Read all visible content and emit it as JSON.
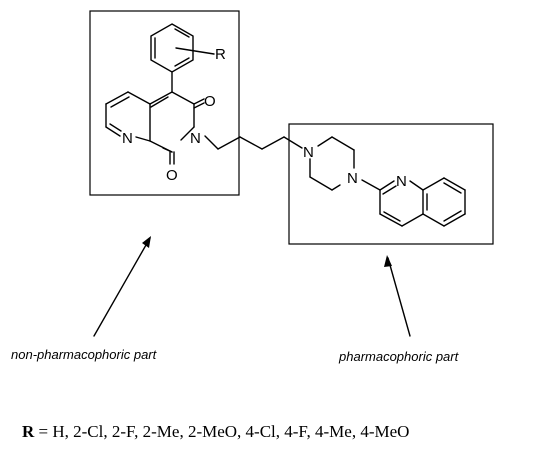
{
  "atoms": {
    "r_group": "R",
    "oxygen_top": "O",
    "oxygen_bottom": "O",
    "nitrogen_bridge": "N",
    "nitrogen_imide": "N",
    "nitrogen_pip_top": "N",
    "nitrogen_pip_bottom": "N",
    "nitrogen_quinoline": "N"
  },
  "labels": {
    "non_pharmacophoric": "non-pharmacophoric part",
    "pharmacophoric": "pharmacophoric part"
  },
  "footnote": {
    "symbol": "R",
    "text": " = H, 2-Cl, 2-F, 2-Me, 2-MeO, 4-Cl, 4-F, 4-Me, 4-MeO"
  }
}
